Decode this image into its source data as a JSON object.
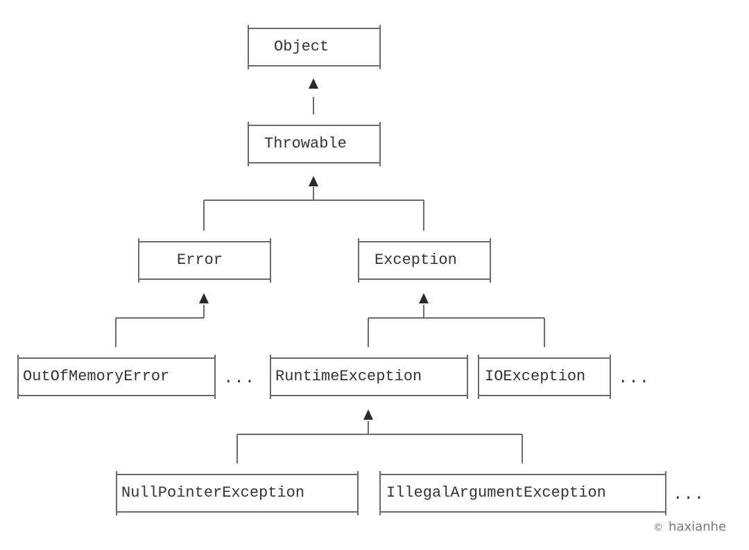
{
  "classes": {
    "object": "Object",
    "throwable": "Throwable",
    "error": "Error",
    "exception": "Exception",
    "out_of_memory_error": "OutOfMemoryError",
    "runtime_exception": "RuntimeException",
    "io_exception": "IOException",
    "null_pointer_exception": "NullPointerException",
    "illegal_argument_exception": "IllegalArgumentException"
  },
  "ellipsis": "...",
  "copyright": {
    "symbol": "©",
    "author": "haxianhe"
  },
  "colors": {
    "line": "#6a6a6a",
    "text": "#333333",
    "background": "#ffffff"
  }
}
